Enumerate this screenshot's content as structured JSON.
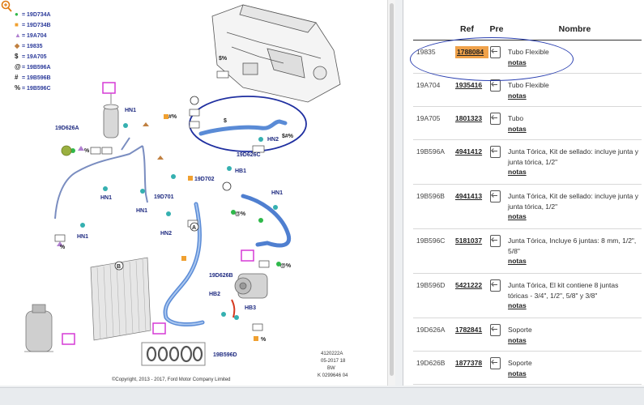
{
  "diagram": {
    "zoom_icon": "zoom-in-icon",
    "legend": [
      {
        "symbol": "●",
        "color": "#2fb84a",
        "code": "19D734A"
      },
      {
        "symbol": "■",
        "color": "#f0a030",
        "code": "19D734B"
      },
      {
        "symbol": "▲",
        "color": "#b080d0",
        "code": "19A704"
      },
      {
        "symbol": "◆",
        "color": "#c08040",
        "code": "19835"
      },
      {
        "symbol": "$",
        "color": "#222222",
        "code": "19A705"
      },
      {
        "symbol": "@",
        "color": "#222222",
        "code": "19B596A"
      },
      {
        "symbol": "#",
        "color": "#222222",
        "code": "19B596B"
      },
      {
        "symbol": "%",
        "color": "#222222",
        "code": "19B596C"
      }
    ],
    "callouts": {
      "hn1_a": "HN1",
      "hn1_b": "HN1",
      "hn1_c": "HN1",
      "hn1_d": "HN1",
      "hn1_e": "HN1",
      "hn2_a": "HN2",
      "hn2_b": "HN2",
      "hb1": "HB1",
      "hb2": "HB2",
      "hb3": "HB3",
      "c19d626a": "19D626A",
      "c19d626b": "19D626B",
      "c19d626c": "19D626C",
      "c19d702": "19D702",
      "c19d701": "19D701",
      "c19b596d": "19B596D",
      "sym_pct_1": "%",
      "sym_pct_2": "%",
      "sym_pct_3": "%",
      "sym_dollar": "$",
      "sym_dollar_pct": "$%",
      "sym_hash_pct": "#%",
      "sym_dollar_hash_pct": "$#%",
      "sym_at": "@%",
      "sym_at2": "@%",
      "circle_a": "A",
      "circle_b": "B"
    },
    "footer_code": "4120222A",
    "footer_date": "05-2017 18",
    "footer_bw": "BW",
    "footer_k": "K 0299646 04",
    "copyright": "©Copyright, 2013 - 2017, Ford Motor Company Limited"
  },
  "table": {
    "headers": {
      "ref": "Ref",
      "pre": "Pre",
      "nombre": "Nombre"
    },
    "rows": [
      {
        "code": "19835",
        "ref": "1788084",
        "highlight": true,
        "name": "Tubo Flexible",
        "notes": "notas"
      },
      {
        "code": "19A704",
        "ref": "1935416",
        "highlight": false,
        "name": "Tubo Flexible",
        "notes": "notas"
      },
      {
        "code": "19A705",
        "ref": "1801323",
        "highlight": false,
        "name": "Tubo",
        "notes": "notas"
      },
      {
        "code": "19B596A",
        "ref": "4941412",
        "highlight": false,
        "name": "Junta Tórica, Kit de sellado: incluye junta y junta tórica, 1/2\"",
        "notes": "notas"
      },
      {
        "code": "19B596B",
        "ref": "4941413",
        "highlight": false,
        "name": "Junta Tórica, Kit de sellado: incluye junta y junta tórica, 1/2\"",
        "notes": "notas"
      },
      {
        "code": "19B596C",
        "ref": "5181037",
        "highlight": false,
        "name": "Junta Tórica, Incluye 6 juntas: 8 mm, 1/2\", 5/8\"",
        "notes": "notas"
      },
      {
        "code": "19B596D",
        "ref": "5421222",
        "highlight": false,
        "name": "Junta Tórica, El kit contiene 8 juntas tóricas - 3/4\", 1/2\", 5/8\" y 3/8\"",
        "notes": "notas"
      },
      {
        "code": "19D626A",
        "ref": "1782841",
        "highlight": false,
        "name": "Soporte",
        "notes": "notas"
      },
      {
        "code": "19D626B",
        "ref": "1877378",
        "highlight": false,
        "name": "Soporte",
        "notes": "notas"
      }
    ]
  }
}
